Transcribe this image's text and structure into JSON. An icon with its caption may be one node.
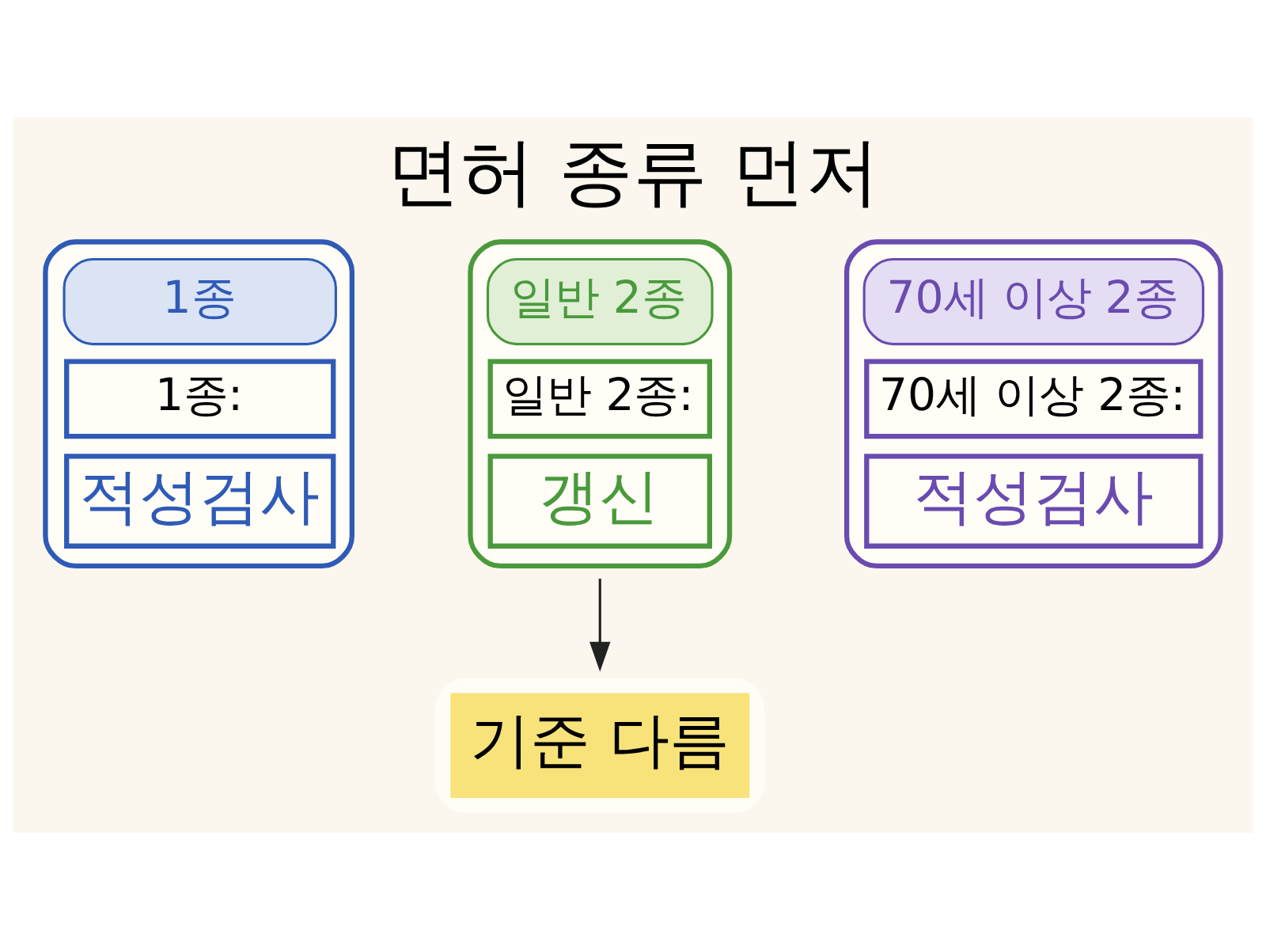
{
  "diagram": {
    "title": "면허 종류 먼저",
    "nodes": [
      {
        "text": [
          "1종",
          "1종:",
          "적성검사"
        ]
      },
      {
        "text": [
          "일반 2종",
          "일반 2종:",
          "갱신"
        ]
      },
      {
        "text": [
          "70세 이상 2종",
          "70세 이상 2종:",
          "적성검사"
        ]
      },
      {
        "text": [
          "기준 다름"
        ]
      }
    ],
    "edges": [
      {
        "from": 1,
        "to": 3,
        "arrow": "to"
      }
    ]
  }
}
